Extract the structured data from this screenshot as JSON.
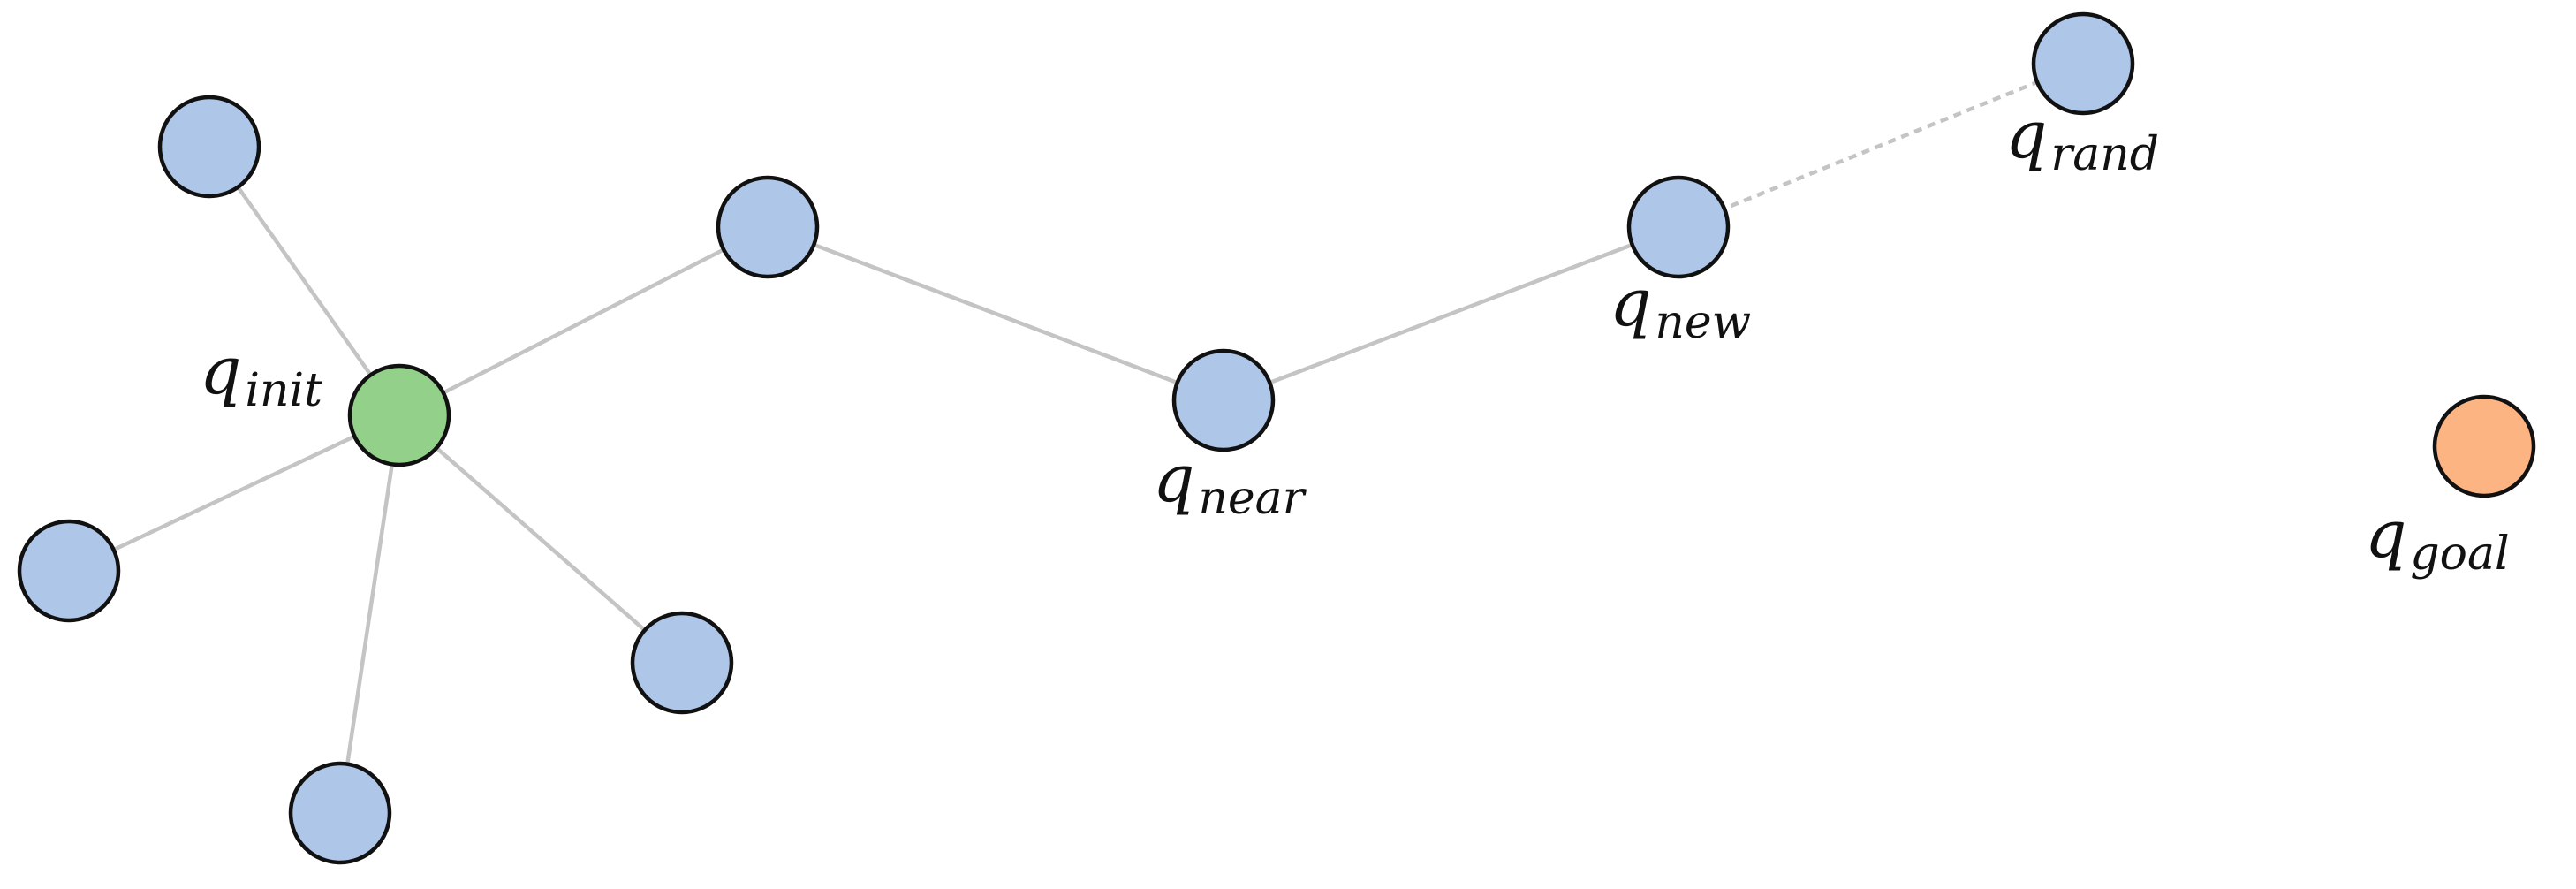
{
  "colors": {
    "tree_node": "#aec6e8",
    "init_node": "#93d08a",
    "goal_node": "#fdb483",
    "edge": "#c4c4c4",
    "outline": "#111111"
  },
  "labels": {
    "init": {
      "base": "q",
      "sub": "init"
    },
    "near": {
      "base": "q",
      "sub": "near"
    },
    "new": {
      "base": "q",
      "sub": "new"
    },
    "rand": {
      "base": "q",
      "sub": "rand"
    },
    "goal": {
      "base": "q",
      "sub": "goal"
    }
  }
}
